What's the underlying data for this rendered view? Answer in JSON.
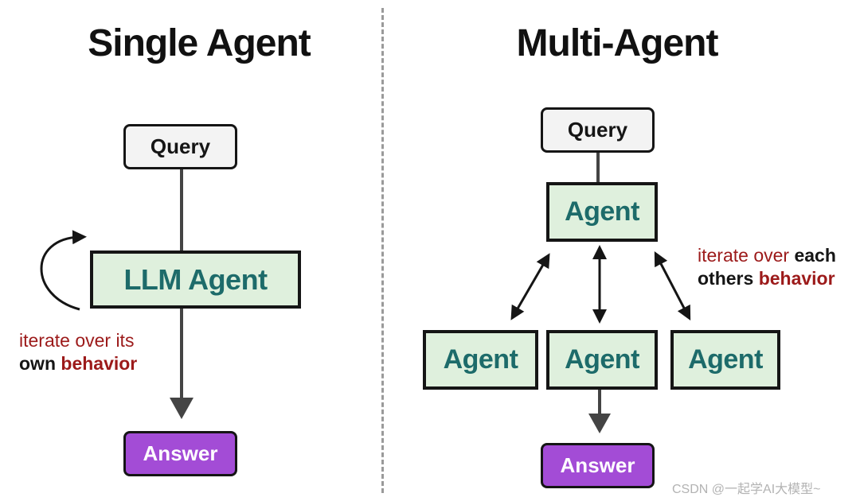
{
  "single": {
    "title": "Single Agent",
    "query": "Query",
    "agent": "LLM Agent",
    "answer": "Answer",
    "note": {
      "line1": "iterate over its",
      "own": "own",
      "behavior": "behavior"
    }
  },
  "multi": {
    "title": "Multi-Agent",
    "query": "Query",
    "top_agent": "Agent",
    "agents": [
      "Agent",
      "Agent",
      "Agent"
    ],
    "answer": "Answer",
    "note": {
      "iterate": "iterate over",
      "each": "each",
      "others": "others",
      "behavior": "behavior"
    }
  },
  "watermark": "CSDN @一起学AI大模型~",
  "colors": {
    "agent_fill": "#dff0dd",
    "agent_text": "#1d6b6a",
    "answer_fill": "#a34cd6",
    "query_fill": "#f3f3f3",
    "note_red": "#9c1a1a",
    "line": "#444444"
  }
}
